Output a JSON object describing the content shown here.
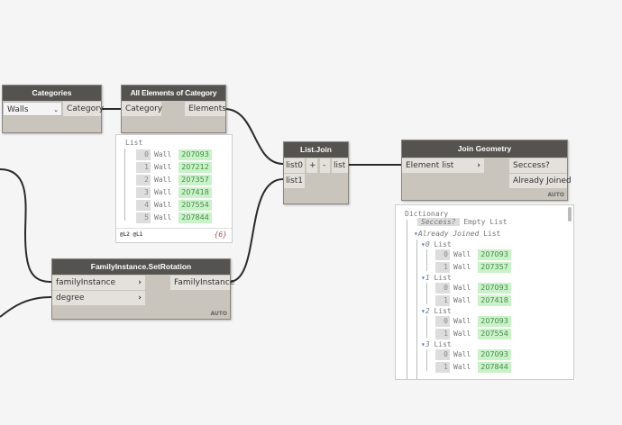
{
  "categories_node": {
    "title": "Categories",
    "dropdown_value": "Walls",
    "output": "Category"
  },
  "all_elements_node": {
    "title": "All Elements of Category",
    "input": "Category",
    "output": "Elements",
    "preview": {
      "header": "List",
      "items": [
        {
          "i": "0",
          "t": "Wall",
          "v": "207093"
        },
        {
          "i": "1",
          "t": "Wall",
          "v": "207212"
        },
        {
          "i": "2",
          "t": "Wall",
          "v": "207357"
        },
        {
          "i": "3",
          "t": "Wall",
          "v": "207418"
        },
        {
          "i": "4",
          "t": "Wall",
          "v": "207554"
        },
        {
          "i": "5",
          "t": "Wall",
          "v": "207844"
        }
      ],
      "levels": "@L2 @L1",
      "count": "{6}"
    }
  },
  "list_join_node": {
    "title": "List.Join",
    "inputs": [
      "list0",
      "list1"
    ],
    "add": "+",
    "remove": "-",
    "output": "list"
  },
  "join_geometry_node": {
    "title": "Join Geometry",
    "input": "Element list",
    "outputs": [
      "Seccess?",
      "Already Joined"
    ],
    "lacing": "AUTO",
    "preview": {
      "header": "Dictionary",
      "success_key": "Seccess?",
      "success_value": "Empty List",
      "joined_key": "Already Joined",
      "joined_value": "List",
      "groups": [
        {
          "i": "0",
          "label": "List",
          "items": [
            {
              "i": "0",
              "t": "Wall",
              "v": "207093"
            },
            {
              "i": "1",
              "t": "Wall",
              "v": "207357"
            }
          ]
        },
        {
          "i": "1",
          "label": "List",
          "items": [
            {
              "i": "0",
              "t": "Wall",
              "v": "207093"
            },
            {
              "i": "1",
              "t": "Wall",
              "v": "207418"
            }
          ]
        },
        {
          "i": "2",
          "label": "List",
          "items": [
            {
              "i": "0",
              "t": "Wall",
              "v": "207093"
            },
            {
              "i": "1",
              "t": "Wall",
              "v": "207554"
            }
          ]
        },
        {
          "i": "3",
          "label": "List",
          "items": [
            {
              "i": "0",
              "t": "Wall",
              "v": "207093"
            },
            {
              "i": "1",
              "t": "Wall",
              "v": "207844"
            }
          ]
        }
      ]
    }
  },
  "set_rotation_node": {
    "title": "FamilyInstance.SetRotation",
    "inputs": [
      "familyInstance",
      "degree"
    ],
    "output": "FamilyInstance",
    "lacing": "AUTO"
  }
}
